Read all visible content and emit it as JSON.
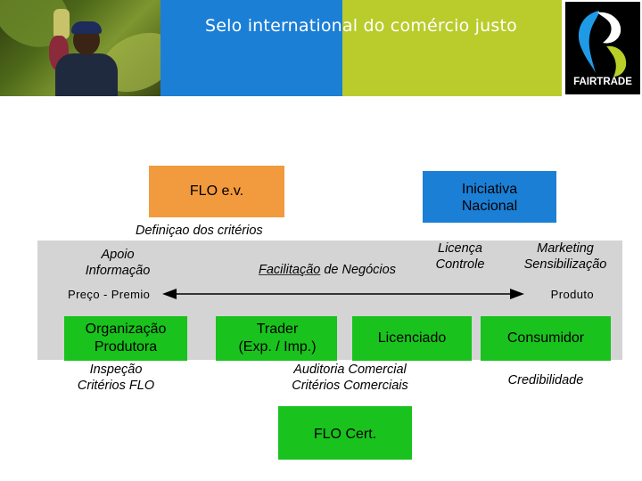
{
  "header": {
    "title": "Selo international do comércio justo",
    "logo_text": "FAIRTRADE",
    "colors": {
      "blue": "#1b7fd6",
      "green": "#b9cc2c"
    }
  },
  "diagram": {
    "flo_box": "FLO e.v.",
    "iniciativa_line1": "Iniciativa",
    "iniciativa_line2": "Nacional",
    "definicao": "Definiçao dos critérios",
    "apoio_line1": "Apoio",
    "apoio_line2": "Informação",
    "facilitacao_word": "Facilitação",
    "facilitacao_rest": " de Negócios",
    "licenca_line1": "Licença",
    "licenca_line2": "Controle",
    "marketing_line1": "Marketing",
    "marketing_line2": "Sensibilização",
    "arrow_left_label": "Preço - Premio",
    "arrow_right_label": "Produto",
    "org_line1": "Organização",
    "org_line2": "Produtora",
    "trader_line1": "Trader",
    "trader_line2": "(Exp. / Imp.)",
    "licenciado": "Licenciado",
    "consumidor": "Consumidor",
    "inspecao_line1": "Inspeção",
    "inspecao_line2": "Critérios FLO",
    "auditoria_line1": "Auditoria Comercial",
    "auditoria_line2": "Critérios Comerciais",
    "credibilidade": "Credibilidade",
    "flocert": "FLO Cert.",
    "colors": {
      "orange": "#f29a3e",
      "green_box": "#19c21d",
      "grey_band": "#d4d4d4"
    }
  }
}
